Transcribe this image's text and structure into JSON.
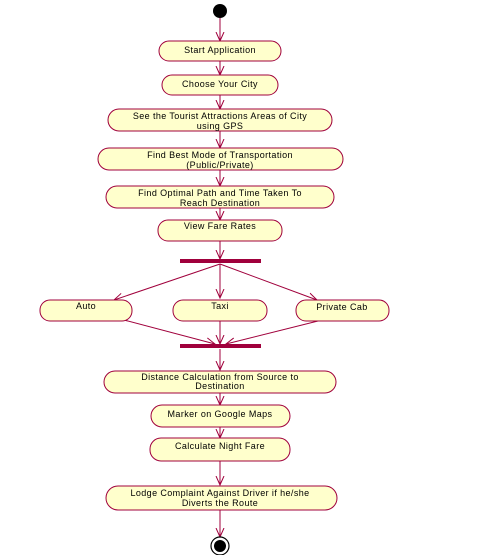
{
  "diagram": {
    "colors": {
      "line": "#a0003c",
      "activity_fill": "#ffffcc",
      "node_fill": "#000000",
      "background": "#ffffff"
    },
    "activities": {
      "start_application": [
        "Start Application"
      ],
      "choose_city": [
        "Choose Your City"
      ],
      "see_attractions": [
        "See the Tourist Attractions Areas of City",
        "using GPS"
      ],
      "best_mode": [
        "Find Best Mode of Transportation",
        "(Public/Private)"
      ],
      "optimal_path": [
        "Find Optimal Path and Time Taken To",
        "Reach Destination"
      ],
      "view_fare": [
        "View Fare Rates"
      ],
      "auto": [
        "Auto"
      ],
      "taxi": [
        "Taxi"
      ],
      "private_cab": [
        "Private Cab"
      ],
      "distance_calc": [
        "Distance Calculation from Source to",
        "Destination"
      ],
      "marker_maps": [
        "Marker on Google Maps"
      ],
      "night_fare": [
        "Calculate Night Fare"
      ],
      "lodge_complaint": [
        "Lodge Complaint Against Driver if he/she",
        "Diverts the Route"
      ]
    }
  }
}
